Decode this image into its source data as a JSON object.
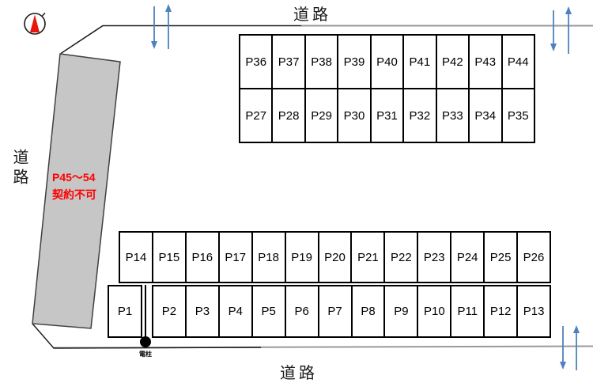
{
  "roads": {
    "top": "道路",
    "left": "道路",
    "bottom": "道路"
  },
  "restricted_area": {
    "line1": "P45～54",
    "line2": "契約不可",
    "text_color": "#ff0000",
    "fill": "#c6c6c6"
  },
  "pole": {
    "label": "電柱"
  },
  "lots": {
    "row_upper": [
      "P36",
      "P37",
      "P38",
      "P39",
      "P40",
      "P41",
      "P42",
      "P43",
      "P44"
    ],
    "row_lower": [
      "P27",
      "P28",
      "P29",
      "P30",
      "P31",
      "P32",
      "P33",
      "P34",
      "P35"
    ],
    "row_middle": [
      "P14",
      "P15",
      "P16",
      "P17",
      "P18",
      "P19",
      "P20",
      "P21",
      "P22",
      "P23",
      "P24",
      "P25",
      "P26"
    ],
    "p1": "P1",
    "row_bottom": [
      "P2",
      "P3",
      "P4",
      "P5",
      "P6",
      "P7",
      "P8",
      "P9",
      "P10",
      "P11",
      "P12",
      "P13"
    ]
  },
  "colors": {
    "arrow": "#4f81bd",
    "compass": "#e8150d"
  }
}
